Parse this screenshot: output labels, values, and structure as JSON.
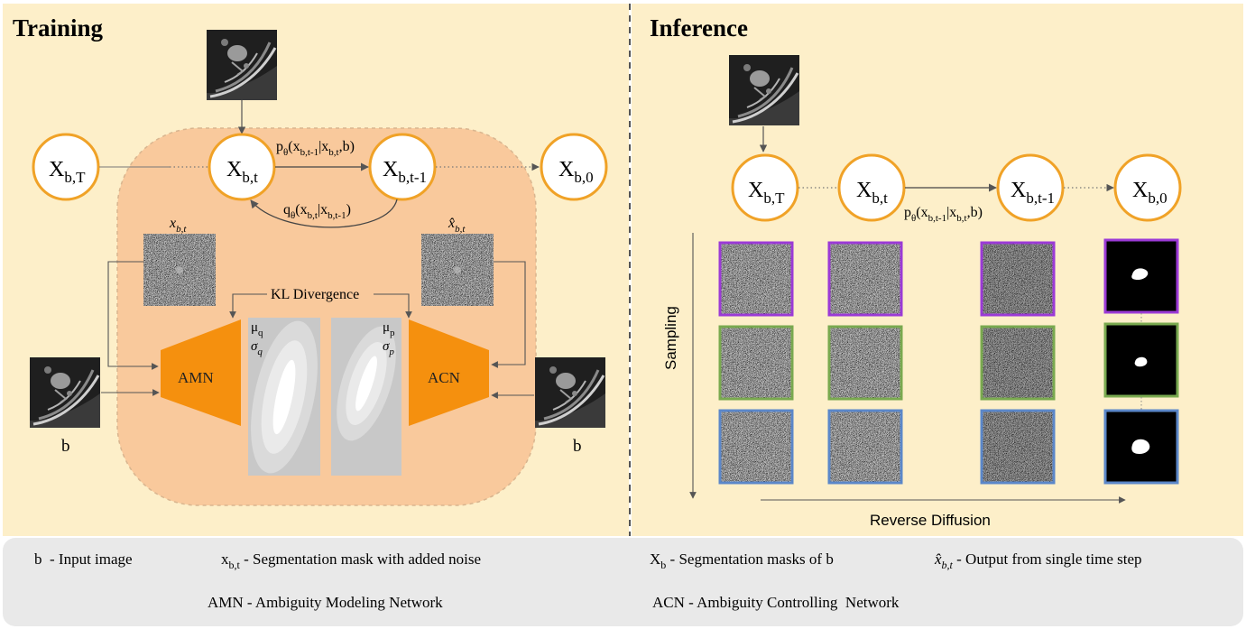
{
  "colors": {
    "panel_bg": "#fdefc9",
    "inner_box": "#f9c99c",
    "node_stroke": "#f0a227",
    "network_fill": "#f5900e",
    "legend_bg": "#e9e9e9",
    "purple": "#9b3ad6",
    "green": "#79a94f",
    "blue": "#5b87c9"
  },
  "training": {
    "title": "Training",
    "nodes": {
      "xbT": {
        "main": "X",
        "sub": "b,T"
      },
      "xbt": {
        "main": "X",
        "sub": "b,t"
      },
      "xbt1": {
        "main": "X",
        "sub": "b,t-1"
      },
      "xb0": {
        "main": "X",
        "sub": "b,0"
      }
    },
    "p_label": {
      "a": "p",
      "theta": "θ",
      "b": "(x",
      "s1": "b,t-1",
      "c": "|x",
      "s2": "b,t",
      "d": ",b)"
    },
    "q_label": {
      "a": "q",
      "theta": "θ",
      "b": "(x",
      "s1": "b,t",
      "c": "|x",
      "s2": "b,t-1",
      "d": ")"
    },
    "xbt_label": {
      "main": "x",
      "sub": "b,t"
    },
    "xhat_label": {
      "main": "x̂",
      "sub": "b,t"
    },
    "kl_label": "KL Divergence",
    "mu_q": {
      "main": "μ",
      "sub": "q"
    },
    "sigma_q": {
      "main": "σ",
      "sub": "q"
    },
    "mu_p": {
      "main": "μ",
      "sub": "p"
    },
    "sigma_p": {
      "main": "σ",
      "sub": "p"
    },
    "amn": "AMN",
    "acn": "ACN",
    "b_left": "b",
    "b_right": "b"
  },
  "inference": {
    "title": "Inference",
    "nodes": {
      "xbT": {
        "main": "X",
        "sub": "b,T"
      },
      "xbt": {
        "main": "X",
        "sub": "b,t"
      },
      "xbt1": {
        "main": "X",
        "sub": "b,t-1"
      },
      "xb0": {
        "main": "X",
        "sub": "b,0"
      }
    },
    "p_label": {
      "a": "p",
      "theta": "θ",
      "b": "(x",
      "s1": "b,t-1",
      "c": "|x",
      "s2": "b,t",
      "d": ",b)"
    },
    "sampling": "Sampling",
    "reverse": "Reverse Diffusion"
  },
  "legend": {
    "b": "b  - Input image",
    "xbt_main": "x",
    "xbt_sub": "b,t",
    "xbt_text": " - Segmentation mask with added noise",
    "xb_main": "X",
    "xb_sub": "b",
    "xb_text": " - Segmentation masks of b",
    "xhat_main": "x̂",
    "xhat_sub": "b,t",
    "xhat_text": " - Output from single time step",
    "amn": "AMN - Ambiguity Modeling Network",
    "acn": "ACN - Ambiguity Controlling  Network"
  }
}
